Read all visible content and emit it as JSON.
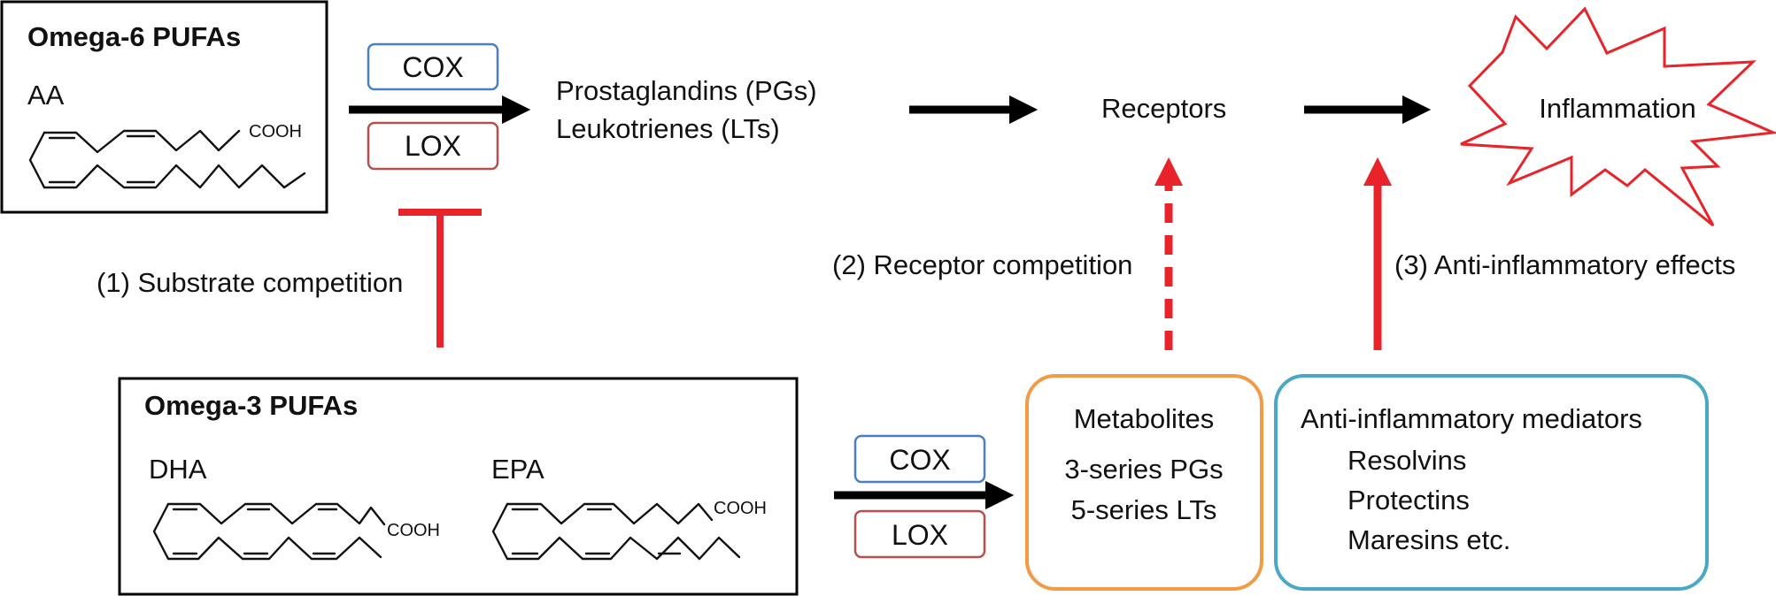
{
  "omega6": {
    "title": "Omega-6 PUFAs",
    "acid_label": "AA",
    "acid_group": "COOH"
  },
  "top_pathway": {
    "enzyme_1": "COX",
    "enzyme_2": "LOX",
    "products_line_1": "Prostaglandins (PGs)",
    "products_line_2": "Leukotrienes (LTs)"
  },
  "receptors_label": "Receptors",
  "inflammation_label": "Inflammation",
  "mechanisms": {
    "substrate": "(1) Substrate competition",
    "receptor": "(2) Receptor competition",
    "anti": "(3) Anti-inflammatory effects"
  },
  "omega3": {
    "title": "Omega-3 PUFAs",
    "dha_label": "DHA",
    "epa_label": "EPA",
    "dha_group": "COOH",
    "epa_group": "COOH"
  },
  "bottom_pathway": {
    "enzyme_1": "COX",
    "enzyme_2": "LOX"
  },
  "metabolites": {
    "title": "Metabolites",
    "item_1": "3-series PGs",
    "item_2": "5-series LTs"
  },
  "mediators": {
    "title": "Anti-inflammatory mediators",
    "item_1": "Resolvins",
    "item_2": "Protectins",
    "item_3": "Maresins etc."
  },
  "colors": {
    "inhibition": "#e8232a",
    "cox_border": "#4a7fc1",
    "lox_border": "#b5504f",
    "metabolites_border": "#f29b43",
    "mediators_border": "#4aa8c4",
    "inflammation_star": "#e8232a"
  }
}
